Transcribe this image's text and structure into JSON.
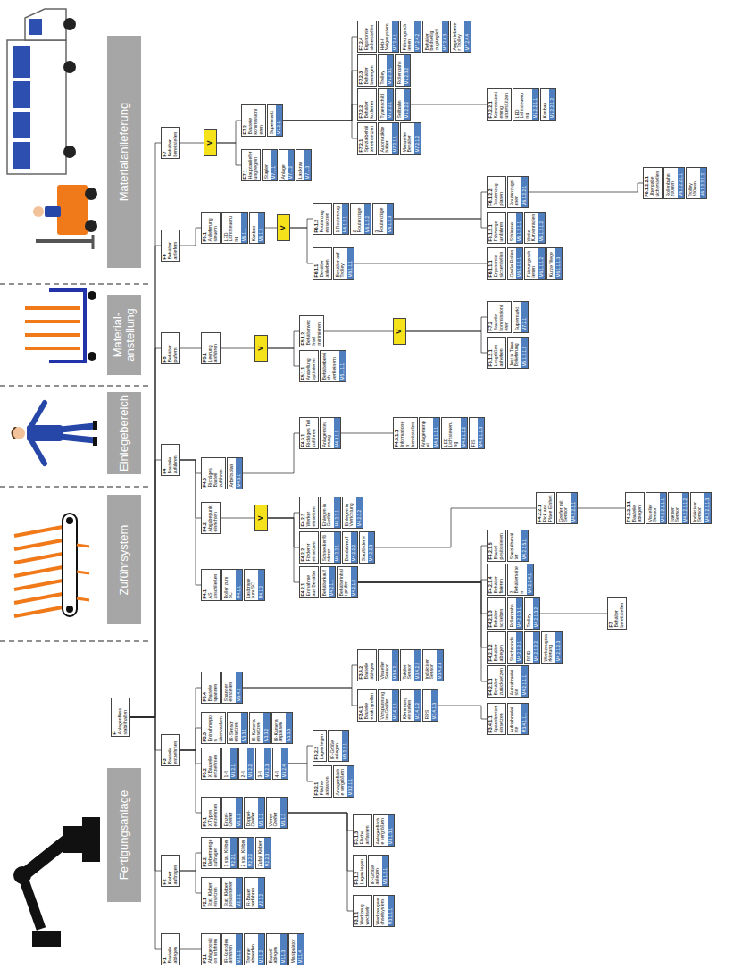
{
  "diagram": {
    "nodes": [
      {
        "text": [
          "Fertigungsanlage"
        ]
      },
      {
        "text": [
          "Zuführsystem"
        ]
      },
      {
        "text": [
          "Einlegebereich"
        ]
      },
      {
        "text": [
          "Material- anstellung"
        ]
      },
      {
        "text": [
          "Materialanlieferung"
        ]
      },
      {
        "text": [
          "F",
          "Anlagenfluss stabil halten"
        ]
      },
      {
        "text": [
          "F1",
          "Bauteile ablegen"
        ]
      },
      {
        "text": [
          "F2",
          "Kleber auftragen"
        ]
      },
      {
        "text": [
          "F3",
          "Bauteile entnehmen"
        ]
      },
      {
        "text": [
          "F4",
          "Bauteile zuführen"
        ]
      },
      {
        "text": [
          "F5",
          "Behälter puffern"
        ]
      },
      {
        "text": [
          "F6",
          "Behälter anliefern"
        ]
      },
      {
        "text": [
          "F7",
          "Behälter bereitstellen"
        ]
      },
      {
        "text": [
          "F1.1",
          "Ablageposition anfahren"
        ]
      },
      {
        "text": [
          "IR-Konoden anfahren",
          "M1.1.1"
        ]
      },
      {
        "text": [
          "Trenner abwerfen",
          "M1.1.2"
        ]
      },
      {
        "text": [
          "Bauteil ablegen",
          "M1.1.3"
        ]
      },
      {
        "text": [
          "Manipulator",
          "M1.1.4"
        ]
      },
      {
        "text": [
          "F2.1",
          "Stat. Kleber einsetzen"
        ]
      },
      {
        "text": [
          "Stat. Kleber positionieren",
          "M2.1.1"
        ]
      },
      {
        "text": [
          "IR-Bauer verfahren",
          "M2.1.2"
        ]
      },
      {
        "text": [
          "F2.2",
          "Klebermenge auftragen"
        ]
      },
      {
        "text": [
          "1 stat. Kleber",
          "M2.2.1"
        ]
      },
      {
        "text": [
          "2 stat. Kleber",
          "M2.2.2"
        ]
      },
      {
        "text": [
          "Zufall Kleber",
          "M2.2.3"
        ]
      },
      {
        "text": [
          "F3.1",
          "X Typen entnehmen"
        ]
      },
      {
        "text": [
          "Einzel-Greifer",
          "M3.1.1"
        ]
      },
      {
        "text": [
          "Doppel-Greifer",
          "M3.1.2"
        ]
      },
      {
        "text": [
          "Vierer-Greifer",
          "M3.1.3"
        ]
      },
      {
        "text": [
          "F3.1.1",
          "Werkzeug wechseln"
        ]
      },
      {
        "text": [
          "Werkzeugwechselsystem",
          "M3.1.1.1"
        ]
      },
      {
        "text": [
          "F3.1.2",
          "Lagen legen"
        ]
      },
      {
        "text": [
          "IR-Größe anlegen",
          "M3.1.2.1"
        ]
      },
      {
        "text": [
          "F3.1.3",
          "Fläche anfassen"
        ]
      },
      {
        "text": [
          "Anlagenfläche vergrößern",
          "M3.1.3.1"
        ]
      },
      {
        "text": [
          "F3.2",
          "X Bauteile entnehmen"
        ]
      },
      {
        "text": [
          "1-fl",
          "M3.2.1"
        ]
      },
      {
        "text": [
          "2-fl",
          "M3.2.2"
        ]
      },
      {
        "text": [
          "3-fl",
          "M3.2.3"
        ]
      },
      {
        "text": [
          "4-fl",
          "M3.2.4"
        ]
      },
      {
        "text": [
          "F3.2.1",
          "Fläche anfassen"
        ]
      },
      {
        "text": [
          "Anlagenfläche vergrößern",
          "M3.2.1.1"
        ]
      },
      {
        "text": [
          "F3.2.2",
          "Lagen legen"
        ]
      },
      {
        "text": [
          "IR-Größe anlegen",
          "M3.2.2.1"
        ]
      },
      {
        "text": [
          "F3.3",
          "Entnahmepos. überwachen"
        ]
      },
      {
        "text": [
          "IR-Sensor einsetzen",
          "M3.3.1"
        ]
      },
      {
        "text": [
          "IR-Kamera einsetzen",
          "M3.3.2"
        ]
      },
      {
        "text": [
          "IR-Kamera anpassen",
          "M3.3.3"
        ]
      },
      {
        "text": [
          "F3.4",
          "Bauteile spannen"
        ]
      },
      {
        "text": [
          "Spanner einstellen",
          "M3.4.1"
        ]
      },
      {
        "text": [
          "F3.4.1",
          "Bauteile exakt greifen"
        ]
      },
      {
        "text": [
          "Vorspannung im Greifer",
          "M3.4.1.1"
        ]
      },
      {
        "text": [
          "Klemmung einstellen",
          "M3.4.1.2"
        ]
      },
      {
        "text": [
          "RPS",
          "M3.4.1.3"
        ]
      },
      {
        "text": [
          "F3.4.1.1",
          "Spannbretter einsetzen"
        ]
      },
      {
        "text": [
          "Aufnahmeleiste",
          "M3.4.1.1.1"
        ]
      },
      {
        "text": [
          "F3.4.2",
          "Bauteile ablegen"
        ]
      },
      {
        "text": [
          "Visueller Sensor",
          "M3.4.2.1"
        ]
      },
      {
        "text": [
          "Taktiler Sensor",
          "M3.4.2.2"
        ]
      },
      {
        "text": [
          "Induktiver Sensor",
          "M3.4.2.3"
        ]
      },
      {
        "text": [
          "F4.1",
          "AS anschließen"
        ]
      },
      {
        "text": [
          "Roller zum SC",
          "M4.1.1"
        ]
      },
      {
        "text": [
          "Lastkrane zum SC",
          "M4.1.2"
        ]
      },
      {
        "text": [
          "F4.2",
          "Abgabepunkt einrichten"
        ]
      },
      {
        "text": [
          "V"
        ]
      },
      {
        "text": [
          "F4.2.1",
          "Entnahme aus Behälter"
        ]
      },
      {
        "text": [
          "Behälterkauf",
          "M4.2.1.1"
        ]
      },
      {
        "text": [
          "Behälterinhalt prüfen",
          "M4.2.1.2"
        ]
      },
      {
        "text": [
          "F4.2.1.1",
          "Behälter zurücksetzen"
        ]
      },
      {
        "text": [
          "Aufnahmeleiste",
          "M4.2.1.1.1"
        ]
      },
      {
        "text": [
          "F4.2.1.2",
          "Behälter ablegen"
        ]
      },
      {
        "text": [
          "Stechsonde",
          "M4.2.1.2.1"
        ]
      },
      {
        "text": [
          "RFID",
          "M4.2.1.2.2"
        ]
      },
      {
        "text": [
          "Werkzeugmarkierung",
          "M4.2.1.2.3"
        ]
      },
      {
        "text": [
          "F4.2.1.3",
          "Behälter schieben"
        ]
      },
      {
        "text": [
          "Rollenbahn",
          "M4.2.1.3.1"
        ]
      },
      {
        "text": [
          "Trolley",
          "M4.2.1.3.2"
        ]
      },
      {
        "text": [
          "F7",
          "Behälter bereitstellen"
        ]
      },
      {
        "text": [
          "F4.2.1.4",
          "Behälter fixieren"
        ]
      },
      {
        "text": [
          "2 Behälterseiten",
          "M4.2.1.4.1"
        ]
      },
      {
        "text": [
          "F4.2.1.5",
          "Bauteil positionieren"
        ]
      },
      {
        "text": [
          "Spezialbehälter",
          "M4.2.1.5.1"
        ]
      },
      {
        "text": [
          "F4.2.2",
          "Förderer einsetzen"
        ]
      },
      {
        "text": [
          "Schneckenförderer",
          "M4.2.2.1"
        ]
      },
      {
        "text": [
          "Bandabwurf",
          "M4.2.2.2"
        ]
      },
      {
        "text": [
          "Stauförderer",
          "M4.2.2.3"
        ]
      },
      {
        "text": [
          "F4.2.2.1",
          "Pick and Place Einheit"
        ]
      },
      {
        "text": [
          "Greifer mit Sensor",
          "M4.2.2.1.1"
        ]
      },
      {
        "text": [
          "F4.2.2.1.1",
          "Bauteile ablegen"
        ]
      },
      {
        "text": [
          "Visueller Sensor",
          "M4.2.2.1.1.1"
        ]
      },
      {
        "text": [
          "Taktiler Sensor",
          "M4.2.2.1.1.2"
        ]
      },
      {
        "text": [
          "Induktiver Sensor",
          "M4.2.2.1.1.3"
        ]
      },
      {
        "text": [
          "F4.2.3",
          "Werker einsetzen"
        ]
      },
      {
        "text": [
          "Einlegen in Greifer",
          "M4.2.3.1"
        ]
      },
      {
        "text": [
          "Einlegen in Vorrichtung",
          "M4.2.3.2"
        ]
      },
      {
        "text": [
          "F4.3",
          "Richtiges Bauteil zuführen"
        ]
      },
      {
        "text": [
          "Arbeitsplan",
          "M4.3.1"
        ]
      },
      {
        "text": [
          "F4.3.1",
          "Richtiges Teil zuführen"
        ]
      },
      {
        "text": [
          "Anlagensteuerung",
          "M4.3.1.1"
        ]
      },
      {
        "text": [
          "F4.3.1.1",
          "Informationen bereitstellen"
        ]
      },
      {
        "text": [
          "Anlagenampel",
          "M4.3.1.1.1"
        ]
      },
      {
        "text": [
          "LED Lichtsteuerung",
          "M4.3.1.1.2"
        ]
      },
      {
        "text": [
          "FIS",
          "M4.3.1.1.3"
        ]
      },
      {
        "text": [
          "F5.1",
          "Leerung anfahren"
        ]
      },
      {
        "text": [
          "V"
        ]
      },
      {
        "text": [
          "F5.1.1",
          "Anstellung optimieren"
        ]
      },
      {
        "text": [
          "Behälterbereich verkleinern",
          "M5.1.1.1"
        ]
      },
      {
        "text": [
          "F5.1.2",
          "Behälterwechsel minimieren"
        ]
      },
      {
        "text": [
          "V"
        ]
      },
      {
        "text": [
          "F5.1.2.1",
          "Losgrößen anheben"
        ]
      },
      {
        "text": [
          "Just in Time Belieferung",
          "M5.1.2.1.1"
        ]
      },
      {
        "text": [
          "F7.2",
          "Bauteile kommissionieren"
        ]
      },
      {
        "text": [
          "Supermarkt",
          "M7.2.1"
        ]
      },
      {
        "text": [
          "F6.1",
          "Anlieferung steuern"
        ]
      },
      {
        "text": [
          "LED Lichtsteuerung",
          "M6.1.1"
        ]
      },
      {
        "text": [
          "Kanban",
          "M6.1.2"
        ]
      },
      {
        "text": [
          "V"
        ]
      },
      {
        "text": [
          "F6.1.1",
          "Behälter anheben"
        ]
      },
      {
        "text": [
          "Behälter auf Trolley",
          "M6.1.1.1"
        ]
      },
      {
        "text": [
          "F6.1.1.1",
          "Ergonomie sicherstellen"
        ]
      },
      {
        "text": [
          "Große Rollen",
          "M6.1.1.1.1"
        ]
      },
      {
        "text": [
          "Führungsschienen",
          "M6.1.1.1.2"
        ]
      },
      {
        "text": [
          "Kurze Wege",
          "M6.1.1.1.3"
        ]
      },
      {
        "text": [
          "F6.1.2",
          "Routenzug einsetzen"
        ]
      },
      {
        "text": [
          "1 Routenzug",
          "M6.1.2.1"
        ]
      },
      {
        "text": [
          "2 Routenzüge",
          "M6.1.2.2"
        ]
      },
      {
        "text": [
          "3 Routenzüge",
          "M6.1.2.3"
        ]
      },
      {
        "text": [
          "F6.1.2.1",
          "Fahrwege umfahren"
        ]
      },
      {
        "text": [
          "Schleuse",
          "M6.1.2.1.1"
        ]
      },
      {
        "text": [
          "Weite Kurvenradien",
          "M6.1.2.1.2"
        ]
      },
      {
        "text": [
          "F6.1.2.2",
          "Routenzug planen"
        ]
      },
      {
        "text": [
          "Routenzugplaner",
          "M6.1.2.2.1"
        ]
      },
      {
        "text": [
          "F6.1.2.2.1",
          "Übergabe sicherstellen"
        ]
      },
      {
        "text": [
          "Rollenbahn 200mm",
          "M6.1.2.2.1.1"
        ]
      },
      {
        "text": [
          "Trolley 200mm",
          "M6.1.2.2.1.2"
        ]
      },
      {
        "text": [
          "V"
        ]
      },
      {
        "text": [
          "F7.1",
          "Hauptanlieferung regeln"
        ]
      },
      {
        "text": [
          "Stapler",
          "M7.1.1"
        ]
      },
      {
        "text": [
          "Anlage",
          "M7.1.2"
        ]
      },
      {
        "text": [
          "Lastkran",
          "M7.1.3"
        ]
      },
      {
        "text": [
          "F7.2",
          "Bauteile kommissionieren"
        ]
      },
      {
        "text": [
          "Supermarkt",
          "M7.2.1"
        ]
      },
      {
        "text": [
          "F7.2.1",
          "Spezialbehälter einsetzen"
        ]
      },
      {
        "text": [
          "Automatikbehälter",
          "M7.2.1.1"
        ]
      },
      {
        "text": [
          "Manueller Behälter",
          "M7.2.1.2"
        ]
      },
      {
        "text": [
          "F7.2.2",
          "Behälter kodieren"
        ]
      },
      {
        "text": [
          "Typenschild",
          "M7.2.2.1"
        ]
      },
      {
        "text": [
          "Seilbahn",
          "M7.2.2.2"
        ]
      },
      {
        "text": [
          "F7.2.2.1",
          "Kommissionierung unterstützen"
        ]
      },
      {
        "text": [
          "LED Lichtsteuerung",
          "M7.2.2.1.1"
        ]
      },
      {
        "text": [
          "Kanban",
          "M7.2.2.1.2"
        ]
      },
      {
        "text": [
          "F7.2.3",
          "Behälter bewegen"
        ]
      },
      {
        "text": [
          "Trolley",
          "M7.2.3.1"
        ]
      },
      {
        "text": [
          "Rollenbahn",
          "M7.2.3.2"
        ]
      },
      {
        "text": [
          "F7.2.4",
          "Ergonomie sicherstellen"
        ]
      },
      {
        "text": [
          "Heb-/ Neigesystem",
          "M7.2.4.1"
        ]
      },
      {
        "text": [
          "Führungsschienen",
          "M7.2.4.2"
        ]
      },
      {
        "text": [
          "Behälter beidseitig zugänglich",
          "M7.2.4.3"
        ]
      },
      {
        "text": [
          "Angetriebener Trolley",
          "M7.2.4.4"
        ]
      }
    ],
    "edges": [
      {
        "from": 5,
        "to": 6,
        "arrow": "none"
      },
      {
        "from": 5,
        "to": 7,
        "arrow": "none"
      },
      {
        "from": 5,
        "to": 8,
        "arrow": "none"
      },
      {
        "from": 5,
        "to": 9,
        "arrow": "none"
      },
      {
        "from": 5,
        "to": 10,
        "arrow": "none"
      },
      {
        "from": 5,
        "to": 11,
        "arrow": "none"
      },
      {
        "from": 5,
        "to": 12,
        "arrow": "none"
      },
      {
        "from": 6,
        "to": 13,
        "arrow": "none"
      },
      {
        "from": 7,
        "to": 18,
        "arrow": "none"
      },
      {
        "from": 7,
        "to": 21,
        "arrow": "none"
      },
      {
        "from": 8,
        "to": 25,
        "arrow": "none"
      },
      {
        "from": 8,
        "to": 35,
        "arrow": "none"
      },
      {
        "from": 8,
        "to": 44,
        "arrow": "none"
      },
      {
        "from": 8,
        "to": 48,
        "arrow": "none"
      },
      {
        "from": 28,
        "to": 29,
        "arrow": "none"
      },
      {
        "from": 28,
        "to": 31,
        "arrow": "none"
      },
      {
        "from": 28,
        "to": 33,
        "arrow": "none"
      },
      {
        "from": 39,
        "to": 40,
        "arrow": "none"
      },
      {
        "from": 39,
        "to": 42,
        "arrow": "none"
      },
      {
        "from": 49,
        "to": 50,
        "arrow": "none"
      },
      {
        "from": 49,
        "to": 56,
        "arrow": "none"
      },
      {
        "from": 53,
        "to": 54,
        "arrow": "none"
      },
      {
        "from": 9,
        "to": 60,
        "arrow": "none"
      },
      {
        "from": 9,
        "to": 63,
        "arrow": "none"
      },
      {
        "from": 9,
        "to": 95,
        "arrow": "none"
      },
      {
        "from": 63,
        "to": 64,
        "arrow": "none"
      },
      {
        "from": 64,
        "to": 65,
        "arrow": "none"
      },
      {
        "from": 64,
        "to": 82,
        "arrow": "none"
      },
      {
        "from": 64,
        "to": 92,
        "arrow": "none"
      },
      {
        "from": 67,
        "to": 68,
        "arrow": "none"
      },
      {
        "from": 67,
        "to": 70,
        "arrow": "none"
      },
      {
        "from": 67,
        "to": 74,
        "arrow": "none"
      },
      {
        "from": 67,
        "to": 78,
        "arrow": "none"
      },
      {
        "from": 67,
        "to": 80,
        "arrow": "none"
      },
      {
        "from": 76,
        "to": 77,
        "arrow": "none"
      },
      {
        "from": 85,
        "to": 86,
        "arrow": "none"
      },
      {
        "from": 87,
        "to": 88,
        "arrow": "none"
      },
      {
        "from": 96,
        "to": 97,
        "arrow": "none"
      },
      {
        "from": 98,
        "to": 99,
        "arrow": "none"
      },
      {
        "from": 10,
        "to": 103,
        "arrow": "none"
      },
      {
        "from": 103,
        "to": 104,
        "arrow": "none"
      },
      {
        "from": 104,
        "to": 105,
        "arrow": "none"
      },
      {
        "from": 104,
        "to": 107,
        "arrow": "none"
      },
      {
        "from": 107,
        "to": 108,
        "arrow": "none"
      },
      {
        "from": 108,
        "to": 109,
        "arrow": "none"
      },
      {
        "from": 108,
        "to": 111,
        "arrow": "none"
      },
      {
        "from": 11,
        "to": 113,
        "arrow": "none"
      },
      {
        "from": 115,
        "to": 116,
        "arrow": "none"
      },
      {
        "from": 116,
        "to": 117,
        "arrow": "none"
      },
      {
        "from": 116,
        "to": 123,
        "arrow": "none"
      },
      {
        "from": 118,
        "to": 119,
        "arrow": "none"
      },
      {
        "from": 126,
        "to": 127,
        "arrow": "none"
      },
      {
        "from": 126,
        "to": 130,
        "arrow": "none"
      },
      {
        "from": 131,
        "to": 132,
        "arrow": "none"
      },
      {
        "from": 12,
        "to": 135,
        "arrow": "none"
      },
      {
        "from": 135,
        "to": 136,
        "arrow": "none"
      },
      {
        "from": 135,
        "to": 140,
        "arrow": "none"
      },
      {
        "from": 141,
        "to": 142,
        "arrow": "none"
      },
      {
        "from": 141,
        "to": 145,
        "arrow": "none"
      },
      {
        "from": 141,
        "to": 151,
        "arrow": "none"
      },
      {
        "from": 141,
        "to": 154,
        "arrow": "none"
      },
      {
        "from": 147,
        "to": 148,
        "arrow": "none"
      }
    ]
  }
}
